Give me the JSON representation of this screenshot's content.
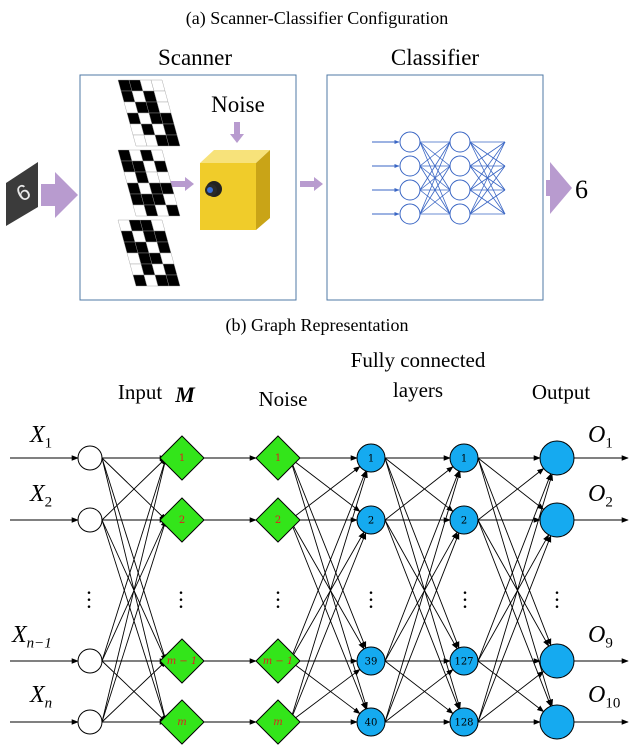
{
  "section_a": {
    "caption": "(a) Scanner-Classifier Configuration",
    "scanner_title": "Scanner",
    "classifier_title": "Classifier",
    "noise_label": "Noise",
    "output_digit": "6",
    "input_digit": "6",
    "colors": {
      "box_border": "#4f79a6",
      "arrow": "#b89bcf",
      "cube": "#f0cc2a",
      "net_node": "#3a66c4"
    }
  },
  "section_b": {
    "caption": "(b) Graph Representation",
    "headers": {
      "input": "Input",
      "m": "M",
      "noise": "Noise",
      "fc_line1": "Fully connected",
      "fc_line2": "layers",
      "output": "Output"
    },
    "input_labels": [
      {
        "base": "X",
        "sub": "1"
      },
      {
        "base": "X",
        "sub": "2"
      },
      {
        "base": "X",
        "sub": "n−1"
      },
      {
        "base": "X",
        "sub": "n"
      }
    ],
    "m_labels": [
      "1",
      "2",
      "m − 1",
      "m"
    ],
    "noise_labels": [
      "1",
      "2",
      "m − 1",
      "m"
    ],
    "fc1_labels": [
      "1",
      "2",
      "39",
      "40"
    ],
    "fc2_labels": [
      "1",
      "2",
      "127",
      "128"
    ],
    "output_labels": [
      {
        "base": "O",
        "sub": "1"
      },
      {
        "base": "O",
        "sub": "2"
      },
      {
        "base": "O",
        "sub": "9"
      },
      {
        "base": "O",
        "sub": "10"
      }
    ],
    "colors": {
      "diamond_fill": "#33e51a",
      "diamond_text": "#e02020",
      "circle_fill": "#15aaf0",
      "input_fill": "#ffffff"
    }
  }
}
